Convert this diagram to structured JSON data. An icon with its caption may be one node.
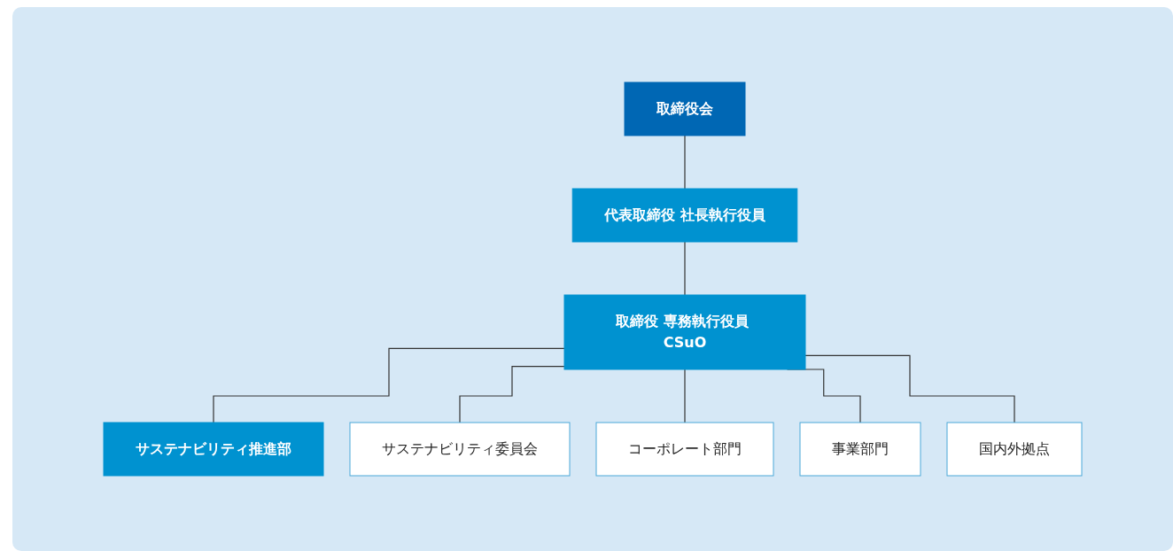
{
  "diagram": {
    "nodes": [
      {
        "text": [
          "取締役会"
        ]
      },
      {
        "text": [
          "代表取締役 社長執行役員"
        ]
      },
      {
        "text": [
          "取締役 専務執行役員 CSuO"
        ]
      },
      {
        "text": [
          "サステナビリティ推進部"
        ]
      },
      {
        "text": [
          "サステナビリティ委員会"
        ]
      },
      {
        "text": [
          "コーポレート部門"
        ]
      },
      {
        "text": [
          "事業部門"
        ]
      },
      {
        "text": [
          "国内外拠点"
        ]
      }
    ],
    "edges": [
      {
        "from": 0,
        "to": 1,
        "arrow": "none"
      },
      {
        "from": 1,
        "to": 2,
        "arrow": "none"
      },
      {
        "from": 2,
        "to": 3,
        "arrow": "none"
      },
      {
        "from": 2,
        "to": 4,
        "arrow": "none"
      },
      {
        "from": 2,
        "to": 5,
        "arrow": "none"
      },
      {
        "from": 2,
        "to": 6,
        "arrow": "none"
      },
      {
        "from": 2,
        "to": 7,
        "arrow": "none"
      }
    ]
  }
}
